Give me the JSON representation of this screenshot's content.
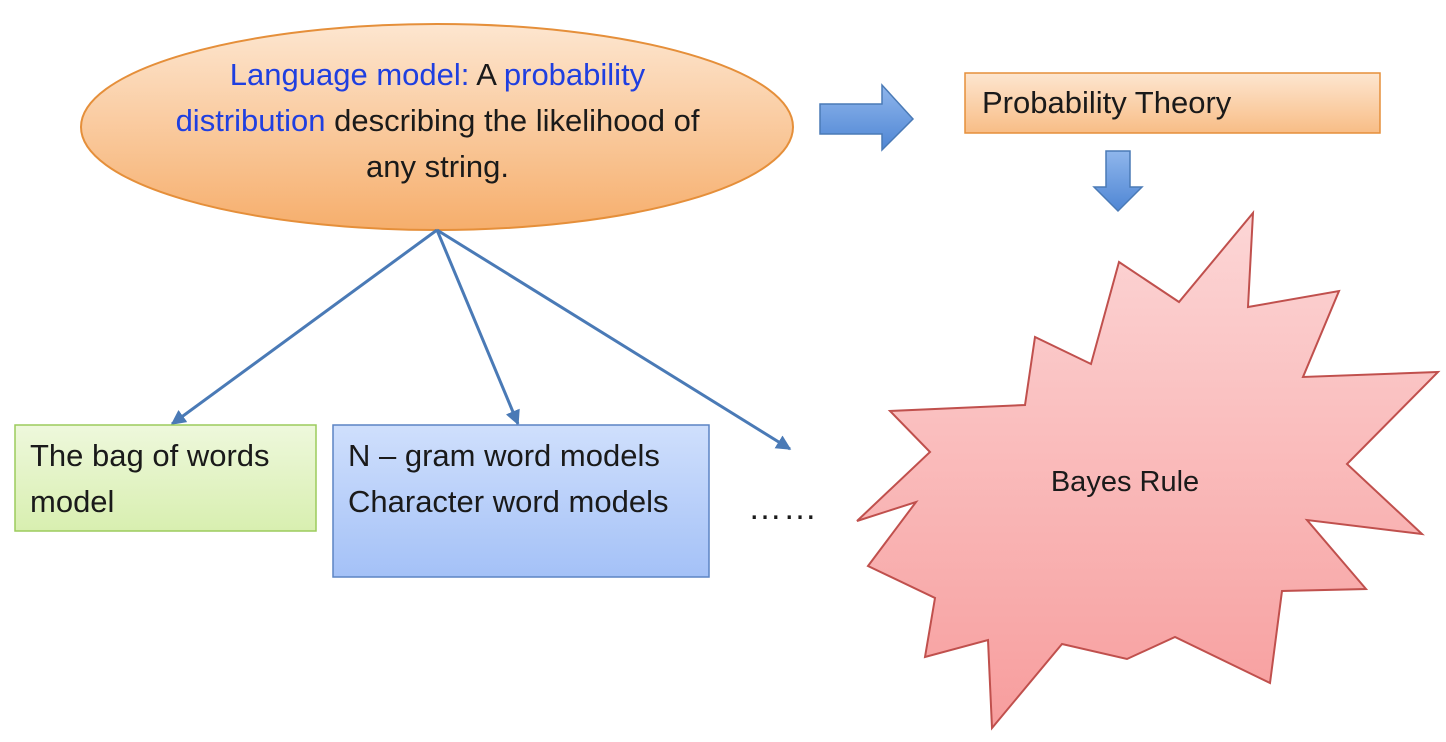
{
  "diagram": {
    "language_model": {
      "term": "Language model:",
      "connector": " A ",
      "highlight": "probability distribution",
      "rest": " describing the likelihood of any string."
    },
    "probability_theory": "Probability Theory",
    "bayes_rule": "Bayes Rule",
    "bag_of_words": "The bag of words model",
    "ngram_models": {
      "line1": "N – gram word models",
      "line2": "Character word models"
    },
    "ellipsis": "……"
  },
  "colors": {
    "highlight_text": "#1f3fe0",
    "ellipse_fill_top": "#fbe1c8",
    "ellipse_fill_bottom": "#f7b271",
    "ellipse_stroke": "#e58f3a",
    "green_fill": "#e2f3c4",
    "green_stroke": "#9ccb5c",
    "blue_fill": "#b7cffb",
    "blue_stroke": "#5c84c4",
    "starburst_fill": "#fbb6b6",
    "starburst_stroke": "#c0504d",
    "arrow_fill": "#5b8fd8",
    "connector_stroke": "#4a7ab6"
  }
}
